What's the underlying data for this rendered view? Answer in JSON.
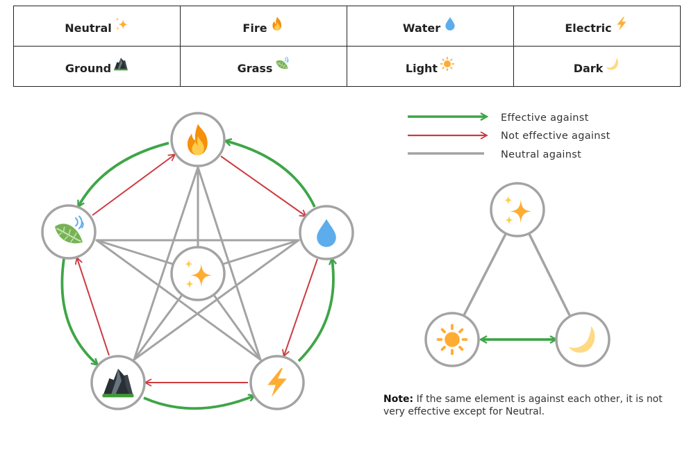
{
  "table": {
    "rows": [
      [
        {
          "label": "Neutral",
          "icon": "sparkles-icon"
        },
        {
          "label": "Fire",
          "icon": "fire-icon"
        },
        {
          "label": "Water",
          "icon": "water-drop-icon"
        },
        {
          "label": "Electric",
          "icon": "lightning-icon"
        }
      ],
      [
        {
          "label": "Ground",
          "icon": "rock-icon"
        },
        {
          "label": "Grass",
          "icon": "leaf-wind-icon"
        },
        {
          "label": "Light",
          "icon": "sun-icon"
        },
        {
          "label": "Dark",
          "icon": "crescent-moon-icon"
        }
      ]
    ]
  },
  "legend": {
    "effective": "Effective against",
    "not_effective": "Not effective against",
    "neutral": "Neutral against"
  },
  "colors": {
    "effective": "#3fa548",
    "not_effective": "#cc3b3f",
    "neutral": "#a3a3a3",
    "node_border": "#a3a3a3"
  },
  "note": {
    "bold": "Note:",
    "text": "If the same element is against each other, it is not very effective except for Neutral."
  }
}
